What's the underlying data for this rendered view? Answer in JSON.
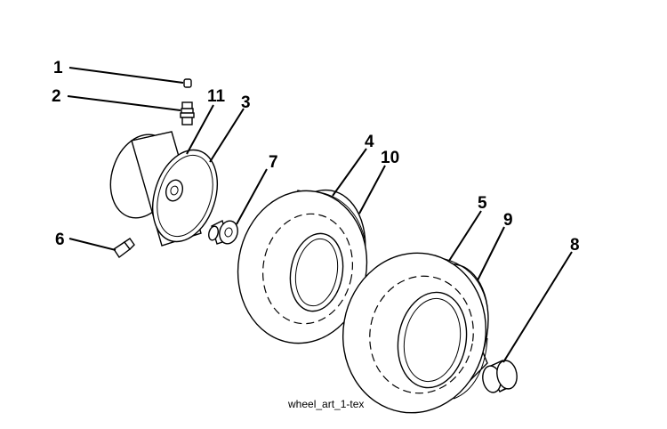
{
  "diagram": {
    "caption": "wheel_art_1-tex",
    "callouts": {
      "c1": "1",
      "c2": "2",
      "c3": "3",
      "c4": "4",
      "c5": "5",
      "c6": "6",
      "c7": "7",
      "c8": "8",
      "c9": "9",
      "c10": "10",
      "c11": "11"
    }
  }
}
